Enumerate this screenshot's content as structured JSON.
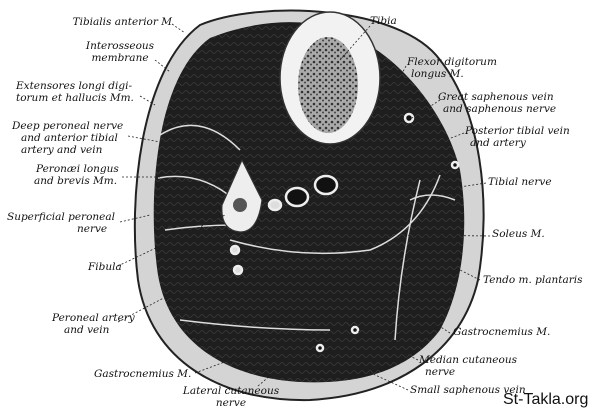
{
  "watermark": "St-Takla.org",
  "labels": {
    "tibialis_anterior": "Tibialis anterior M",
    "interosseous_1": "Interosseous",
    "interosseous_2": "membrane",
    "extensores_1": "Extensores longi digi-",
    "extensores_2": "torum et hallucis Mm.",
    "deep_peroneal_1": "Deep peroneal nerve",
    "deep_peroneal_2": "and anterior tibial",
    "deep_peroneal_3": "artery and vein",
    "peronaei_1": "Peronæi longus",
    "peronaei_2": "and brevis Mm.",
    "superficial_peroneal_1": "Superficial peroneal",
    "superficial_peroneal_2": "nerve",
    "fibula": "Fibula",
    "peroneal_artery_1": "Peroneal artery",
    "peroneal_artery_2": "and vein",
    "gastrocnemius_left": "Gastrocnemius M.",
    "lateral_cutaneous_1": "Lateral cutaneous",
    "lateral_cutaneous_2": "nerve",
    "tibia": "Tibia",
    "flexor_1": "Flexor digitorum",
    "flexor_2": "longus M.",
    "great_saphenous_1": "Great saphenous vein",
    "great_saphenous_2": "and saphenous nerve",
    "posterior_tibial_1": "Posterior tibial vein",
    "posterior_tibial_2": "and artery",
    "tibial_nerve": "Tibial nerve",
    "soleus": "Soleus M.",
    "tendo_plantaris": "Tendo m. plantaris",
    "gastrocnemius_right": "Gastrocnemius M.",
    "median_cutaneous_1": "Median cutaneous",
    "median_cutaneous_2": "nerve",
    "small_saphenous": "Small saphenous vein"
  }
}
